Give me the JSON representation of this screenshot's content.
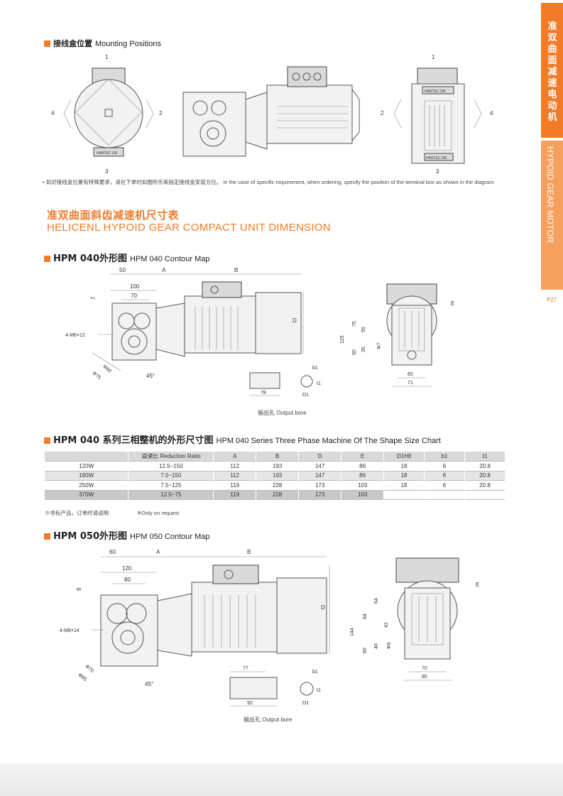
{
  "side_tab": {
    "cn": "准双曲面减速电动机",
    "en": "HYPOID GEAR MOTOR",
    "page": "P27"
  },
  "mounting": {
    "title_cn": "接线盒位置",
    "title_en": "Mounting Positions",
    "labels": [
      "1",
      "2",
      "3",
      "4"
    ],
    "nameplate": "HANTEC GR",
    "note_cn": "• 如对接线盒位置有特殊要求，请在下单时如图所示来指定接线盒安装方位。",
    "note_en": "In the case of specific requirement, when ordering, specify the position of the terminal box as shown in the diagram."
  },
  "main_title": {
    "cn": "准双曲面斜齿减速机尺寸表",
    "en": "HELICENL HYPOID GEAR COMPACT  UNIT DIMENSION"
  },
  "hpm040": {
    "title_cn": "HPM 040外形图",
    "title_en": "HPM 040 Contour Map",
    "dims": {
      "d50": "50",
      "a": "A",
      "b": "B",
      "d100": "100",
      "d70": "70",
      "d7": "7",
      "bolt": "4-M6×12",
      "phi60": "Φ60",
      "phi75": "Φ75",
      "angle": "45°",
      "d": "D",
      "e": "E",
      "d125": "125",
      "d75": "75",
      "d55": "55",
      "d50v": "50",
      "d35": "35",
      "phi7": "Φ7",
      "d60": "60",
      "d71": "71",
      "b1": "b1",
      "t1": "t1",
      "d1": "D1",
      "d78": "78"
    },
    "bore_label": "输出孔 Output bore"
  },
  "table040": {
    "title_cn": "HPM 040 系列三相整机的外形尺寸图",
    "title_en": "HPM 040 Series Three Phase Machine Of The Shape Size Chart",
    "headers": [
      "",
      "减速比 Reduction Ratio",
      "A",
      "B",
      "D",
      "E",
      "D1H8",
      "b1",
      "t1"
    ],
    "rows": [
      [
        "120W",
        "12.5~150",
        "112",
        "193",
        "147",
        "86",
        "18",
        "6",
        "20.8"
      ],
      [
        "180W",
        "7.5~150",
        "112",
        "193",
        "147",
        "86",
        "18",
        "6",
        "20.8"
      ],
      [
        "250W",
        "7.5~125",
        "119",
        "228",
        "173",
        "103",
        "18",
        "6",
        "20.8"
      ],
      [
        "370W",
        "12.5~75",
        "119",
        "228",
        "173",
        "103",
        "",
        "",
        ""
      ]
    ],
    "note_cn": "※非标产品，订单时请说明",
    "note_en": "※Only on request"
  },
  "hpm050": {
    "title_cn": "HPM 050外形图",
    "title_en": "HPM 050 Contour Map",
    "dims": {
      "d60": "60",
      "a": "A",
      "b": "B",
      "d120": "120",
      "d80": "80",
      "d8": "8",
      "bolt": "4-M8×14",
      "phi70": "Φ70",
      "phi85": "Φ85",
      "angle": "45°",
      "d": "D",
      "e": "E",
      "d144": "144",
      "d84": "84",
      "d64": "64",
      "d42": "42",
      "d60v": "60",
      "d40": "40",
      "phi9": "Φ9",
      "d70": "70",
      "d85": "85",
      "d77": "77",
      "d92": "92",
      "b1": "b1",
      "t1": "t1",
      "d1": "D1"
    },
    "bore_label": "输出孔 Output bore"
  }
}
